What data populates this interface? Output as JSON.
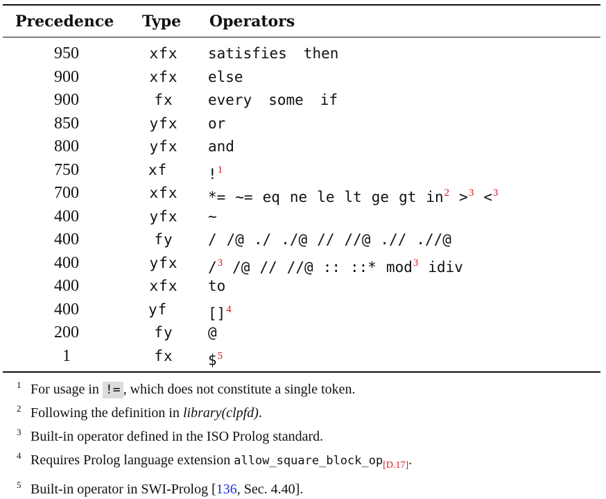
{
  "headers": {
    "precedence": "Precedence",
    "type": "Type",
    "operators": "Operators"
  },
  "rows": [
    {
      "precedence": "950",
      "type": "xfx",
      "operators": [
        {
          "op": "satisfies"
        },
        {
          "op": "then"
        }
      ]
    },
    {
      "precedence": "900",
      "type": "xfx",
      "operators": [
        {
          "op": "else"
        }
      ]
    },
    {
      "precedence": "900",
      "type": "fx",
      "operators": [
        {
          "op": "every"
        },
        {
          "op": "some"
        },
        {
          "op": "if"
        }
      ]
    },
    {
      "precedence": "850",
      "type": "yfx",
      "operators": [
        {
          "op": "or"
        }
      ]
    },
    {
      "precedence": "800",
      "type": "yfx",
      "operators": [
        {
          "op": "and"
        }
      ]
    },
    {
      "precedence": "750",
      "type": "xf",
      "operators": [
        {
          "op": "!",
          "fn": "1"
        }
      ]
    },
    {
      "precedence": "700",
      "type": "xfx",
      "operators": [
        {
          "op": "*="
        },
        {
          "op": "~="
        },
        {
          "op": "eq"
        },
        {
          "op": "ne"
        },
        {
          "op": "le"
        },
        {
          "op": "lt"
        },
        {
          "op": "ge"
        },
        {
          "op": "gt"
        },
        {
          "op": "in",
          "fn": "2"
        },
        {
          "op": ">",
          "fn": "3"
        },
        {
          "op": "<",
          "fn": "3"
        }
      ]
    },
    {
      "precedence": "400",
      "type": "yfx",
      "operators": [
        {
          "op": "~"
        }
      ]
    },
    {
      "precedence": "400",
      "type": "fy",
      "operators": [
        {
          "op": "/"
        },
        {
          "op": "/@"
        },
        {
          "op": "./"
        },
        {
          "op": "./@"
        },
        {
          "op": "//"
        },
        {
          "op": "//@"
        },
        {
          "op": ".//"
        },
        {
          "op": ".//@"
        }
      ]
    },
    {
      "precedence": "400",
      "type": "yfx",
      "operators": [
        {
          "op": "/",
          "fn": "3"
        },
        {
          "op": "/@"
        },
        {
          "op": "//"
        },
        {
          "op": "//@"
        },
        {
          "op": "::"
        },
        {
          "op": "::*"
        },
        {
          "op": "mod",
          "fn": "3"
        },
        {
          "op": "idiv"
        }
      ]
    },
    {
      "precedence": "400",
      "type": "xfx",
      "operators": [
        {
          "op": "to"
        }
      ]
    },
    {
      "precedence": "400",
      "type": "yf",
      "operators": [
        {
          "op": "[]",
          "fn": "4"
        }
      ]
    },
    {
      "precedence": "200",
      "type": "fy",
      "operators": [
        {
          "op": "@"
        }
      ]
    },
    {
      "precedence": "1",
      "type": "fx",
      "operators": [
        {
          "op": "$",
          "fn": "5"
        }
      ]
    }
  ],
  "footnotes": {
    "n1": {
      "num": "1",
      "pre": "For usage in ",
      "code": "!=",
      "post": ", which does not constitute a single token."
    },
    "n2": {
      "num": "2",
      "pre": "Following the definition in ",
      "ital": "library(clpfd)",
      "post": "."
    },
    "n3": {
      "num": "3",
      "text": "Built-in operator defined in the ISO Prolog standard."
    },
    "n4": {
      "num": "4",
      "pre": "Requires Prolog language extension ",
      "code": "allow_square_block_op",
      "ref": "[D.17]",
      "post": "."
    },
    "n5": {
      "num": "5",
      "pre": "Built-in operator in SWI-Prolog [",
      "cite": "136",
      "post": ", Sec. 4.40]."
    }
  },
  "colors": {
    "footnote_ref": "#d9161b",
    "citation_link": "#1a2fd6",
    "code_highlight": "#dcdcdc"
  }
}
